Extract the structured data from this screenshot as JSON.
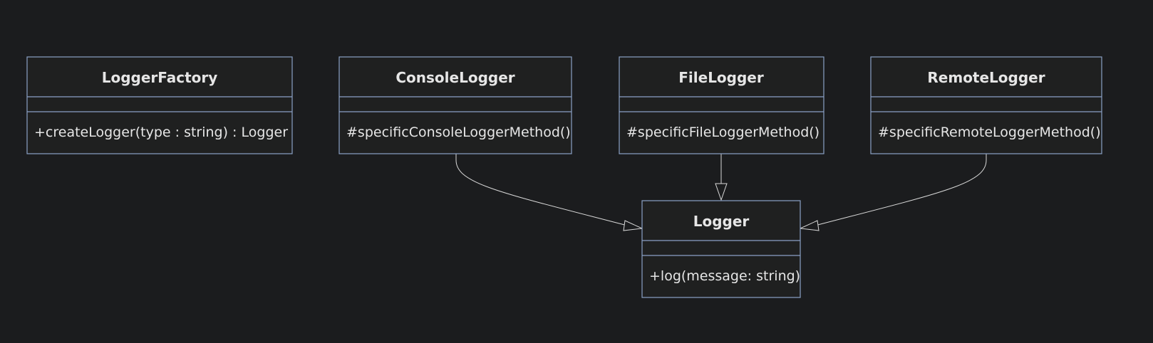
{
  "classes": {
    "logger_factory": {
      "name": "LoggerFactory",
      "attributes": [],
      "methods": [
        "+createLogger(type : string) : Logger"
      ]
    },
    "console_logger": {
      "name": "ConsoleLogger",
      "attributes": [],
      "methods": [
        "#specificConsoleLoggerMethod()"
      ]
    },
    "file_logger": {
      "name": "FileLogger",
      "attributes": [],
      "methods": [
        "#specificFileLoggerMethod()"
      ]
    },
    "remote_logger": {
      "name": "RemoteLogger",
      "attributes": [],
      "methods": [
        "#specificRemoteLoggerMethod()"
      ]
    },
    "logger": {
      "name": "Logger",
      "attributes": [],
      "methods": [
        "+log(message: string)"
      ]
    }
  },
  "relations": [
    {
      "from": "ConsoleLogger",
      "to": "Logger",
      "type": "inheritance"
    },
    {
      "from": "FileLogger",
      "to": "Logger",
      "type": "inheritance"
    },
    {
      "from": "RemoteLogger",
      "to": "Logger",
      "type": "inheritance"
    }
  ],
  "colors": {
    "background": "#1b1c1e",
    "box_fill": "#1f2020",
    "box_stroke": "#8aa1c6",
    "text": "#e6e6e6",
    "edge": "#d8d8d8"
  }
}
